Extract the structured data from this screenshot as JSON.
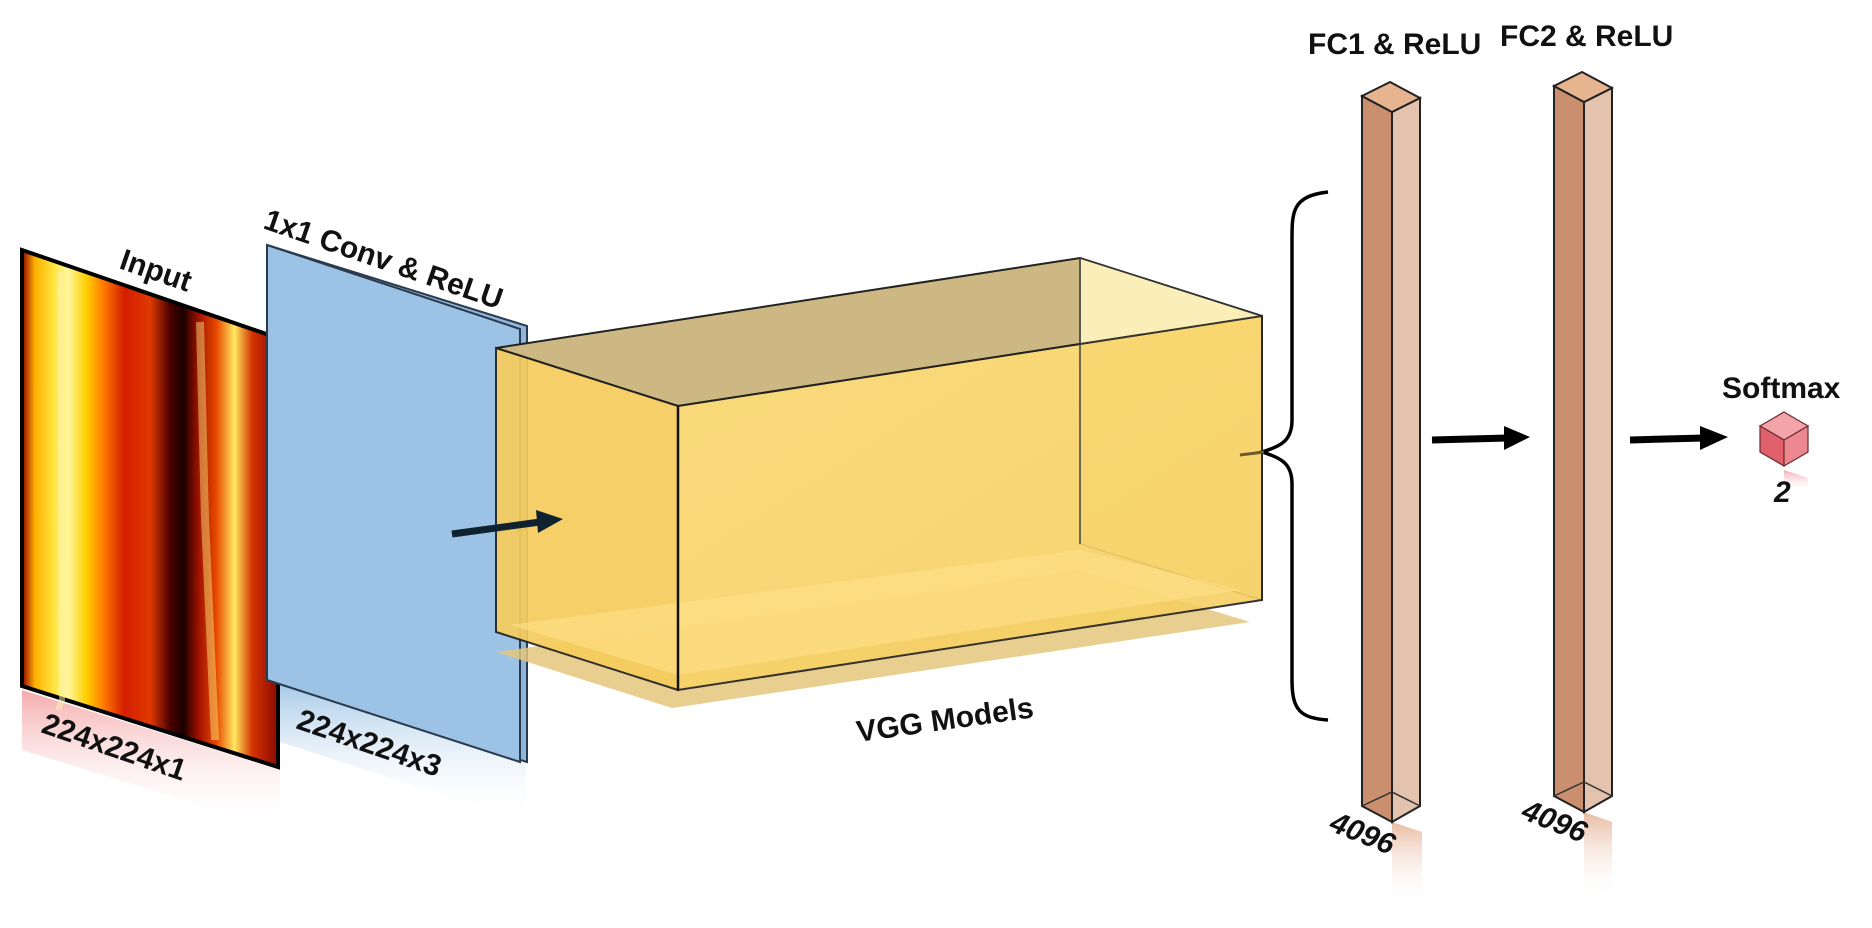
{
  "input": {
    "title": "Input",
    "size": "224x224x1"
  },
  "conv": {
    "title": "1x1 Conv & ReLU",
    "size": "224x224x3"
  },
  "vgg": {
    "label": "VGG Models"
  },
  "fc1": {
    "title": "FC1 & ReLU",
    "size": "4096"
  },
  "fc2": {
    "title": "FC2 & ReLU",
    "size": "4096"
  },
  "softmax": {
    "title": "Softmax",
    "size": "2"
  },
  "colors": {
    "conv_fill": "#9cc3e5",
    "vgg_front": "#f8d67a",
    "vgg_top": "#cbb681",
    "fc_dark": "#c98f6e",
    "fc_light": "#e3c2ae",
    "softmax": "#e0606c",
    "arrow": "#000000"
  }
}
